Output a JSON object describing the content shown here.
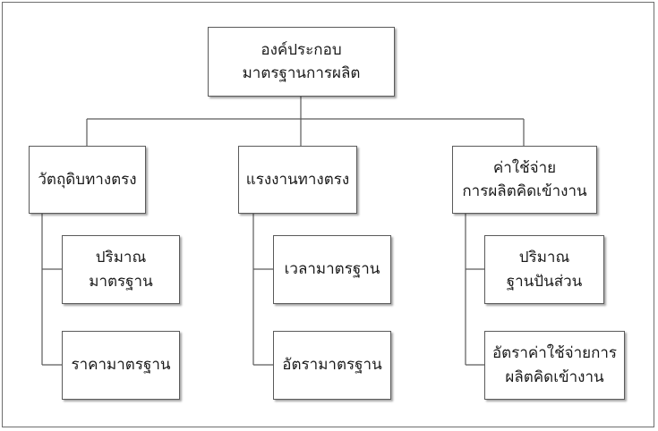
{
  "root": {
    "line1": "องค์ประกอบ",
    "line2": "มาตรฐานการผลิต"
  },
  "categories": [
    {
      "label_lines": [
        "วัตถุดิบทางตรง"
      ],
      "children": [
        {
          "lines": [
            "ปริมาณ",
            "มาตรฐาน"
          ]
        },
        {
          "lines": [
            "ราคามาตรฐาน"
          ]
        }
      ]
    },
    {
      "label_lines": [
        "แรงงานทางตรง"
      ],
      "children": [
        {
          "lines": [
            "เวลามาตรฐาน"
          ]
        },
        {
          "lines": [
            "อัตรามาตรฐาน"
          ]
        }
      ]
    },
    {
      "label_lines": [
        "ค่าใช้จ่าย",
        "การผลิตคิดเข้างาน"
      ],
      "children": [
        {
          "lines": [
            "ปริมาณ",
            "ฐานปันส่วน"
          ]
        },
        {
          "lines": [
            "อัตราค่าใช้จ่ายการ",
            "ผลิตคิดเข้างาน"
          ]
        }
      ]
    }
  ]
}
